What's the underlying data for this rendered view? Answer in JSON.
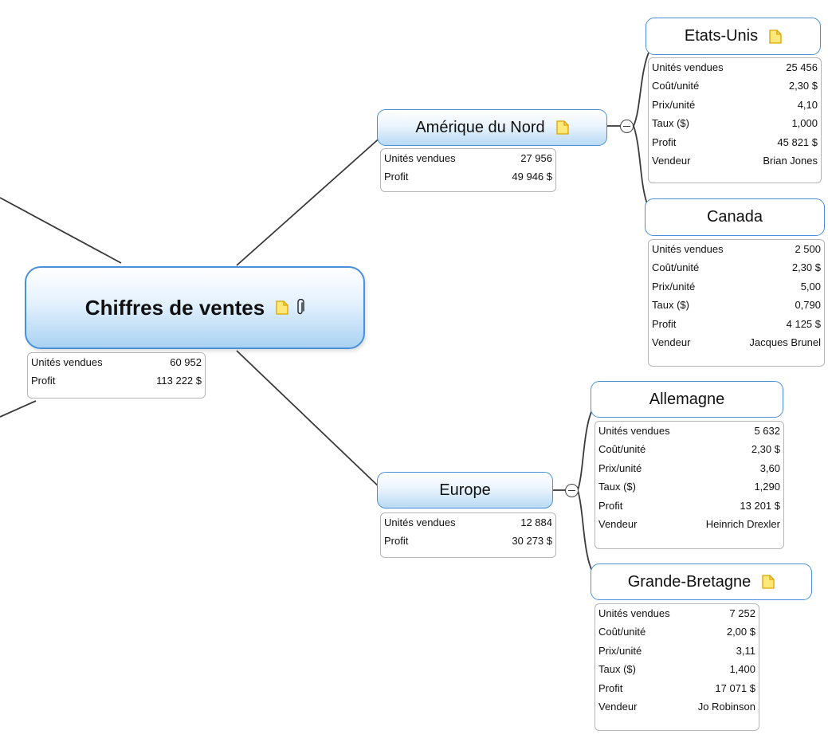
{
  "central": {
    "title": "Chiffres de ventes",
    "icons": [
      "note-icon",
      "attachment-icon"
    ],
    "props": [
      [
        "Unités vendues",
        "60 952"
      ],
      [
        "Profit",
        "113 222 $"
      ]
    ]
  },
  "branches": {
    "amerique": {
      "title": "Amérique du Nord",
      "icons": [
        "note-icon"
      ],
      "props": [
        [
          "Unités vendues",
          "27 956"
        ],
        [
          "Profit",
          "49 946 $"
        ]
      ]
    },
    "europe": {
      "title": "Europe",
      "icons": [],
      "props": [
        [
          "Unités vendues",
          "12 884"
        ],
        [
          "Profit",
          "30 273 $"
        ]
      ]
    }
  },
  "leaves": {
    "etats_unis": {
      "title": "Etats-Unis",
      "icons": [
        "note-icon"
      ],
      "props": [
        [
          "Unités vendues",
          "25 456"
        ],
        [
          "Coût/unité",
          "2,30 $"
        ],
        [
          "Prix/unité",
          "4,10"
        ],
        [
          "Taux ($)",
          "1,000"
        ],
        [
          "Profit",
          "45 821 $"
        ],
        [
          "Vendeur",
          "Brian Jones"
        ]
      ]
    },
    "canada": {
      "title": "Canada",
      "icons": [],
      "props": [
        [
          "Unités vendues",
          "2 500"
        ],
        [
          "Coût/unité",
          "2,30 $"
        ],
        [
          "Prix/unité",
          "5,00"
        ],
        [
          "Taux ($)",
          "0,790"
        ],
        [
          "Profit",
          "4 125 $"
        ],
        [
          "Vendeur",
          "Jacques Brunel"
        ]
      ]
    },
    "allemagne": {
      "title": "Allemagne",
      "icons": [],
      "props": [
        [
          "Unités vendues",
          "5 632"
        ],
        [
          "Coût/unité",
          "2,30 $"
        ],
        [
          "Prix/unité",
          "3,60"
        ],
        [
          "Taux ($)",
          "1,290"
        ],
        [
          "Profit",
          "13 201 $"
        ],
        [
          "Vendeur",
          "Heinrich Drexler"
        ]
      ]
    },
    "grande_bretagne": {
      "title": "Grande-Bretagne",
      "icons": [
        "note-icon"
      ],
      "props": [
        [
          "Unités vendues",
          "7 252"
        ],
        [
          "Coût/unité",
          "2,00 $"
        ],
        [
          "Prix/unité",
          "3,11"
        ],
        [
          "Taux ($)",
          "1,400"
        ],
        [
          "Profit",
          "17 071 $"
        ],
        [
          "Vendeur",
          "Jo Robinson"
        ]
      ]
    }
  },
  "colors": {
    "topic_border": "#4a90d9",
    "connector": "#3a3a3a",
    "note_fill": "#ffe87a",
    "note_border": "#d9a400"
  }
}
